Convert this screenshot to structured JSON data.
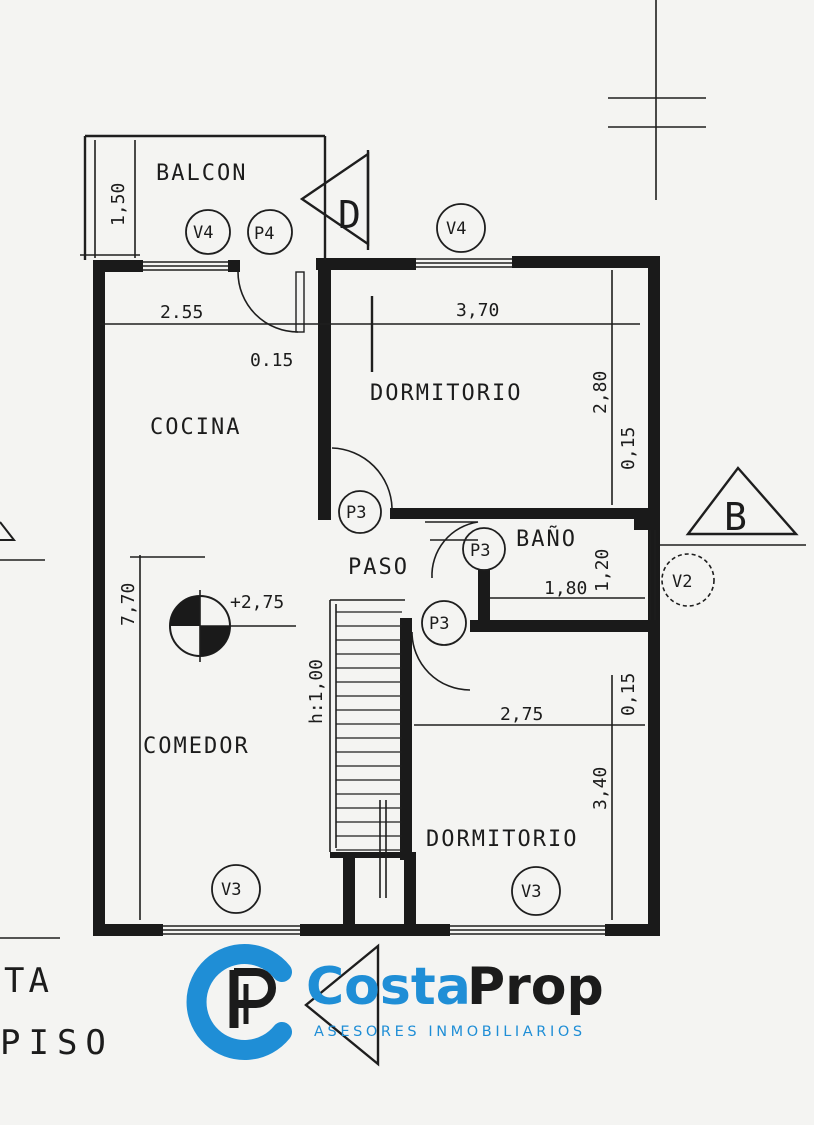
{
  "rooms": {
    "balcon": "BALCON",
    "cocina": "COCINA",
    "comedor": "COMEDOR",
    "dormitorio_top": "DORMITORIO",
    "dormitorio_bottom": "DORMITORIO",
    "bano": "BAÑO",
    "paso": "PASO"
  },
  "dimensions": {
    "balcon_depth": "1,50",
    "cocina_width": "2.55",
    "dorm_top_width": "3,70",
    "dorm_top_depth": "2,80",
    "wall_015_a": "0.15",
    "wall_015_b": "0,15",
    "wall_015_c": "0,15",
    "bano_width": "1,80",
    "bano_depth": "1,20",
    "total_depth": "7,70",
    "dorm_bottom_width": "2,75",
    "dorm_bottom_depth": "3,40",
    "stair_height": "h:1,00",
    "level": "+2,75"
  },
  "tags": {
    "v4_left": "V4",
    "p4": "P4",
    "v4_right": "V4",
    "p3_dorm": "P3",
    "p3_bano": "P3",
    "p3_stair": "P3",
    "v2": "V2",
    "v3_left": "V3",
    "v3_right": "V3"
  },
  "sections": {
    "d": "D",
    "b": "B"
  },
  "title_fragments": {
    "line1": "TA",
    "line2": "PISO"
  },
  "logo": {
    "name_part1": "Costa",
    "name_part2": "Prop",
    "tagline": "ASESORES INMOBILIARIOS",
    "color_primary": "#1f8ed6",
    "color_dark": "#1b1b1b"
  }
}
